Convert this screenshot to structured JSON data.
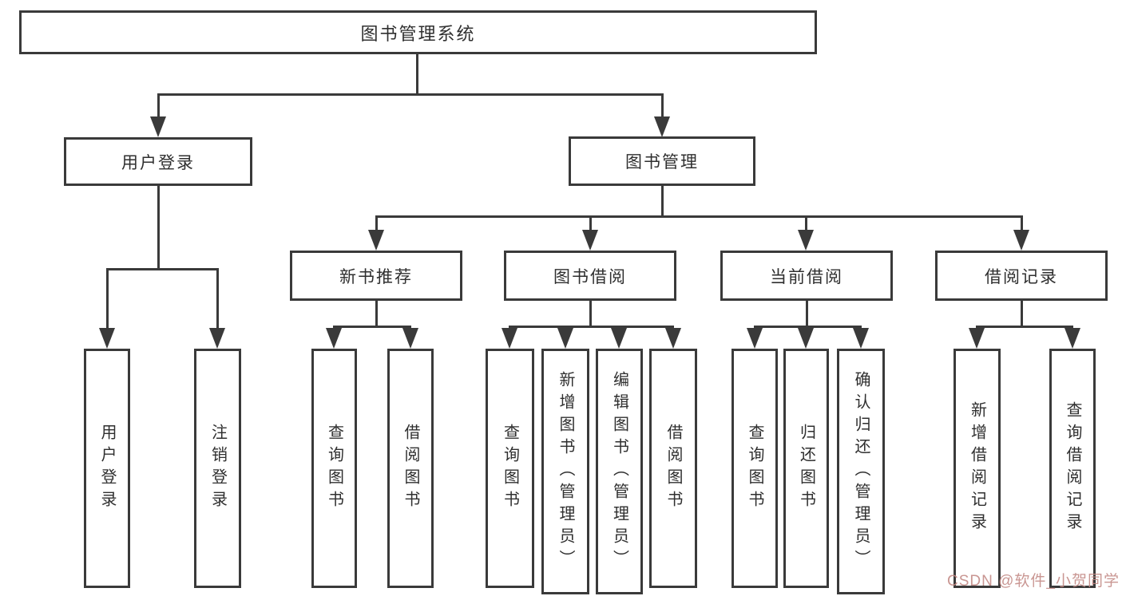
{
  "diagram_title": "图书管理系统",
  "nodes": {
    "root": "图书管理系统",
    "user_login": "用户登录",
    "book_mgmt": "图书管理",
    "new_book_rec": "新书推荐",
    "book_borrow": "图书借阅",
    "current_borrow": "当前借阅",
    "borrow_record": "借阅记录",
    "leaf_user_login": "用户登录",
    "leaf_logout": "注销登录",
    "leaf_query_book_1": "查询图书",
    "leaf_borrow_book_1": "借阅图书",
    "leaf_query_book_2": "查询图书",
    "leaf_add_book": "新增图书（管理员）",
    "leaf_edit_book": "编辑图书（管理员）",
    "leaf_borrow_book_2": "借阅图书",
    "leaf_query_book_3": "查询图书",
    "leaf_return_book": "归还图书",
    "leaf_confirm_return": "确认归还（管理员）",
    "leaf_add_record": "新增借阅记录",
    "leaf_query_record": "查询借阅记录"
  },
  "hierarchy": {
    "图书管理系统": {
      "用户登录": [
        "用户登录",
        "注销登录"
      ],
      "图书管理": {
        "新书推荐": [
          "查询图书",
          "借阅图书"
        ],
        "图书借阅": [
          "查询图书",
          "新增图书（管理员）",
          "编辑图书（管理员）",
          "借阅图书"
        ],
        "当前借阅": [
          "查询图书",
          "归还图书",
          "确认归还（管理员）"
        ],
        "借阅记录": [
          "新增借阅记录",
          "查询借阅记录"
        ]
      }
    }
  },
  "watermark": "CSDN @软件_小贺同学",
  "colors": {
    "line": "#3a3a3a",
    "text": "#2f2f2f",
    "background": "#ffffff",
    "watermark": "#c18883"
  }
}
